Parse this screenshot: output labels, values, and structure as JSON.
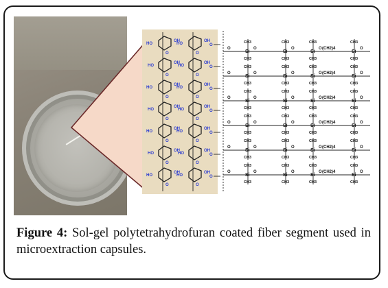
{
  "figure": {
    "caption_label": "Figure 4:",
    "caption_text": "Sol-gel polytetrahydrofuran coated fiber segment used in microextraction capsules."
  },
  "chem_labels": {
    "ho": "HO",
    "oh": "OH",
    "o": "O",
    "si": "Si",
    "ch3": "CH3",
    "ch2_group": "(CH2)4"
  },
  "colors": {
    "frame": "#1a1a1a",
    "callout_fill": "#f6d9c8",
    "callout_stroke": "#6b2a2a",
    "cellulose_bg": "#e9dcc0",
    "hydroxyl_blue": "#2a3bd1",
    "bond": "#222222"
  }
}
